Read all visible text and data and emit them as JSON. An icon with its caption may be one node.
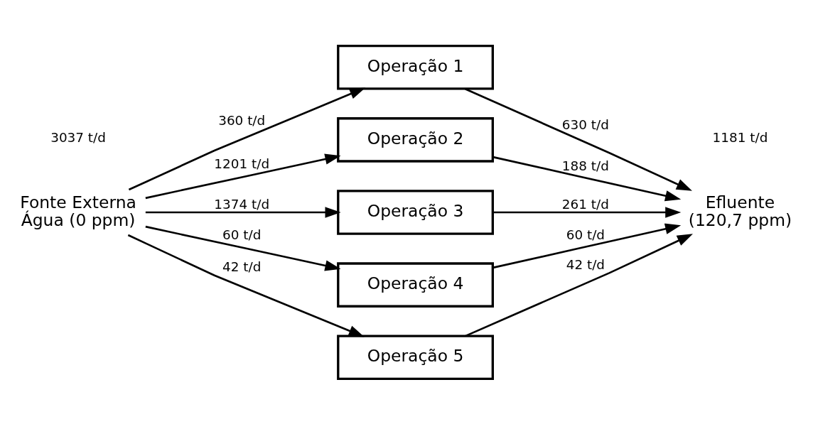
{
  "diagram": {
    "nodes": [
      {
        "text": [
          "Fonte Externa Água (0 ppm)"
        ]
      },
      {
        "text": [
          "Operação 1"
        ]
      },
      {
        "text": [
          "Operação 2"
        ]
      },
      {
        "text": [
          "Operação 3"
        ]
      },
      {
        "text": [
          "Operação 4"
        ]
      },
      {
        "text": [
          "Operação 5"
        ]
      },
      {
        "text": [
          "Efluente (120,7 ppm)"
        ]
      }
    ],
    "edges": [
      {
        "from": 0,
        "to": 1,
        "arrow": "to",
        "label": "360 t/d"
      },
      {
        "from": 0,
        "to": 2,
        "arrow": "to",
        "label": "1201 t/d"
      },
      {
        "from": 0,
        "to": 3,
        "arrow": "to",
        "label": "1374 t/d"
      },
      {
        "from": 0,
        "to": 4,
        "arrow": "to",
        "label": "60 t/d"
      },
      {
        "from": 0,
        "to": 5,
        "arrow": "to",
        "label": "42 t/d"
      },
      {
        "from": 1,
        "to": 6,
        "arrow": "to",
        "label": "630 t/d"
      },
      {
        "from": 2,
        "to": 6,
        "arrow": "to",
        "label": "188 t/d"
      },
      {
        "from": 3,
        "to": 6,
        "arrow": "to",
        "label": "261 t/d"
      },
      {
        "from": 4,
        "to": 6,
        "arrow": "to",
        "label": "60 t/d"
      },
      {
        "from": 5,
        "to": 6,
        "arrow": "to",
        "label": "42 t/d"
      }
    ],
    "labels": [
      "3037 t/d",
      "1181 t/d"
    ]
  }
}
